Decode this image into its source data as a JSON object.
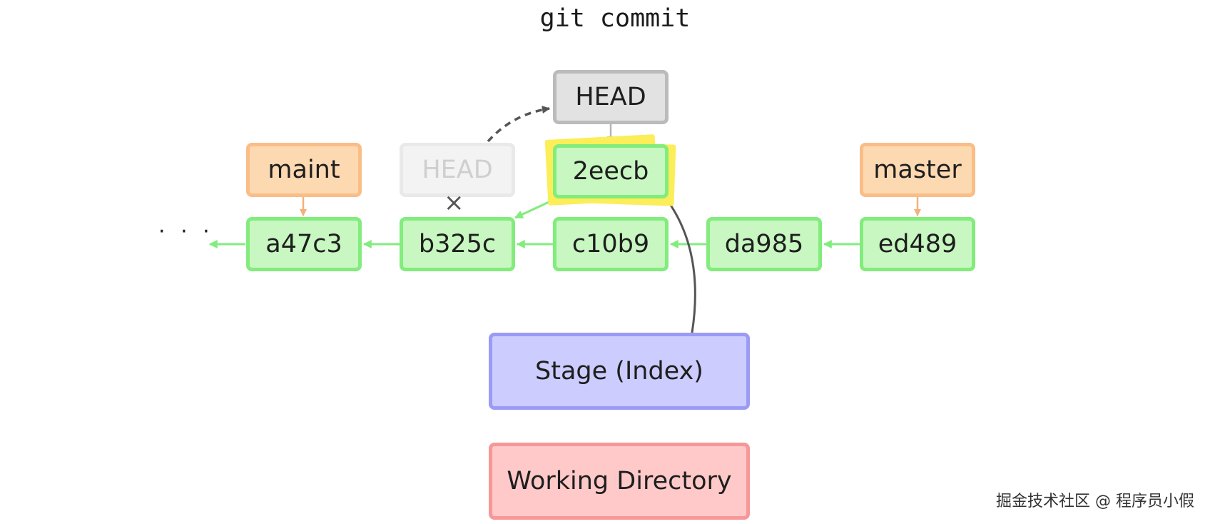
{
  "title": "git commit",
  "ellipsis": "· · ·",
  "commits": {
    "a47c3": "a47c3",
    "b325c": "b325c",
    "c10b9": "c10b9",
    "da985": "da985",
    "ed489": "ed489",
    "new": "2eecb"
  },
  "branches": {
    "maint": "maint",
    "master": "master"
  },
  "head_label": "HEAD",
  "old_head_label": "HEAD",
  "detached_mark": "×",
  "stage_label": "Stage (Index)",
  "working_label": "Working Directory",
  "watermark": "掘金技术社区 @ 程序员小假",
  "colors": {
    "commit_fill": "#c8f7c2",
    "commit_border": "#82ec7c",
    "branch_fill": "#fdd9b2",
    "branch_border": "#f9bd87",
    "head_fill": "#e2e2e2",
    "head_border": "#bbbbbb",
    "stage_fill": "#ccccff",
    "stage_border": "#9b9bf5",
    "working_fill": "#ffc9c9",
    "working_border": "#f79797",
    "highlight": "#fbee58"
  }
}
